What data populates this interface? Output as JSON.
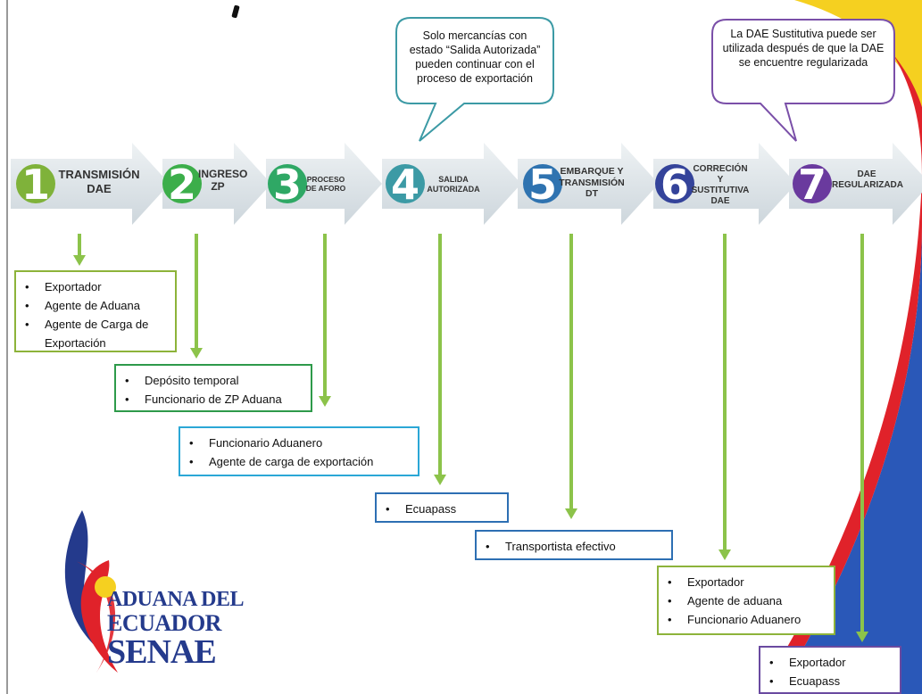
{
  "stages": [
    {
      "number": "1",
      "label": "TRANSMISIÓN DAE",
      "color": "#7fb23a"
    },
    {
      "number": "2",
      "label": "INGRESO ZP",
      "color": "#3cae4a"
    },
    {
      "number": "3",
      "label": "PROCESO DE AFORO",
      "color": "#2fa865"
    },
    {
      "number": "4",
      "label": "SALIDA AUTORIZADA",
      "color": "#3c9aa5"
    },
    {
      "number": "5",
      "label": "EMBARQUE Y TRANSMISIÓN DT",
      "color": "#2f73b0"
    },
    {
      "number": "6",
      "label": "CORRECIÓN Y SUSTITUTIVA DAE",
      "color": "#34439a"
    },
    {
      "number": "7",
      "label": "DAE REGULARIZADA",
      "color": "#6a3a9e"
    }
  ],
  "callouts": {
    "stage4_note": "Solo mercancías con estado “Salida Autorizada” pueden continuar con el proceso de exportación",
    "stage7_note": "La DAE Sustitutiva puede ser utilizada después de  que la DAE se encuentre regularizada"
  },
  "actors": {
    "stage1": [
      "Exportador",
      "Agente de Aduana",
      "Agente de Carga de Exportación"
    ],
    "stage2": [
      "Depósito temporal",
      "Funcionario de ZP Aduana"
    ],
    "stage3": [
      "Funcionario Aduanero",
      "Agente de carga de exportación"
    ],
    "stage4": [
      "Ecuapass"
    ],
    "stage5": [
      "Transportista efectivo"
    ],
    "stage6": [
      "Exportador",
      "Agente de aduana",
      "Funcionario Aduanero"
    ],
    "stage7": [
      "Exportador",
      "Ecuapass"
    ]
  },
  "logo": {
    "line1": "ADUANA DEL",
    "line2": "ECUADOR",
    "line3": "SENAE"
  },
  "colors": {
    "arrow_fill": "#dfe6ea",
    "connector_green": "#8cc34a",
    "box_border_green": "#8db33a",
    "box_border_darkgreen": "#2e9a4a",
    "box_border_cyan": "#2ba7d6",
    "box_border_blue": "#2d6fb3",
    "box_border_purple": "#6a4aa0",
    "flag_yellow": "#f5d020",
    "flag_blue": "#2a58b8",
    "flag_red": "#e0222a",
    "logo_blue": "#243a8c"
  }
}
